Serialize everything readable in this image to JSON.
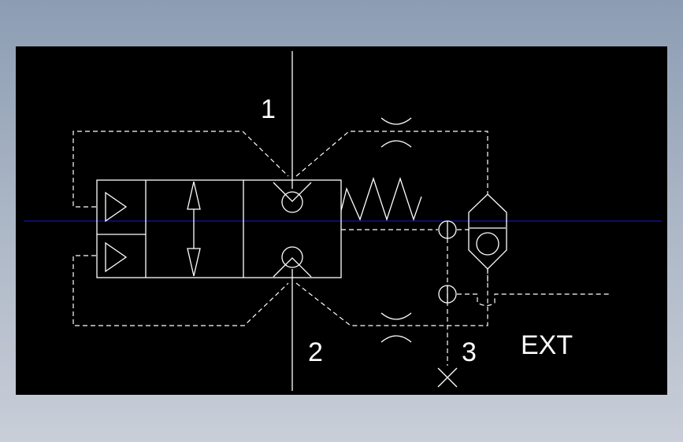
{
  "labels": {
    "port_1": "1",
    "port_2": "2",
    "port_3": "3",
    "ext": "EXT"
  },
  "colors": {
    "page_background": "#9aa8bb",
    "viewport_background": "#000000",
    "line": "#ffffff",
    "axis_line": "#1a1acc"
  },
  "icons": {
    "check_valve": "check-valve-icon",
    "spring": "spring-icon",
    "restrictor": "restrictor-icon",
    "shuttle_valve": "shuttle-valve-icon",
    "pilot_arrow": "pilot-arrow-icon",
    "flow_arrow": "double-arrow-icon",
    "plug": "plug-x-icon"
  }
}
